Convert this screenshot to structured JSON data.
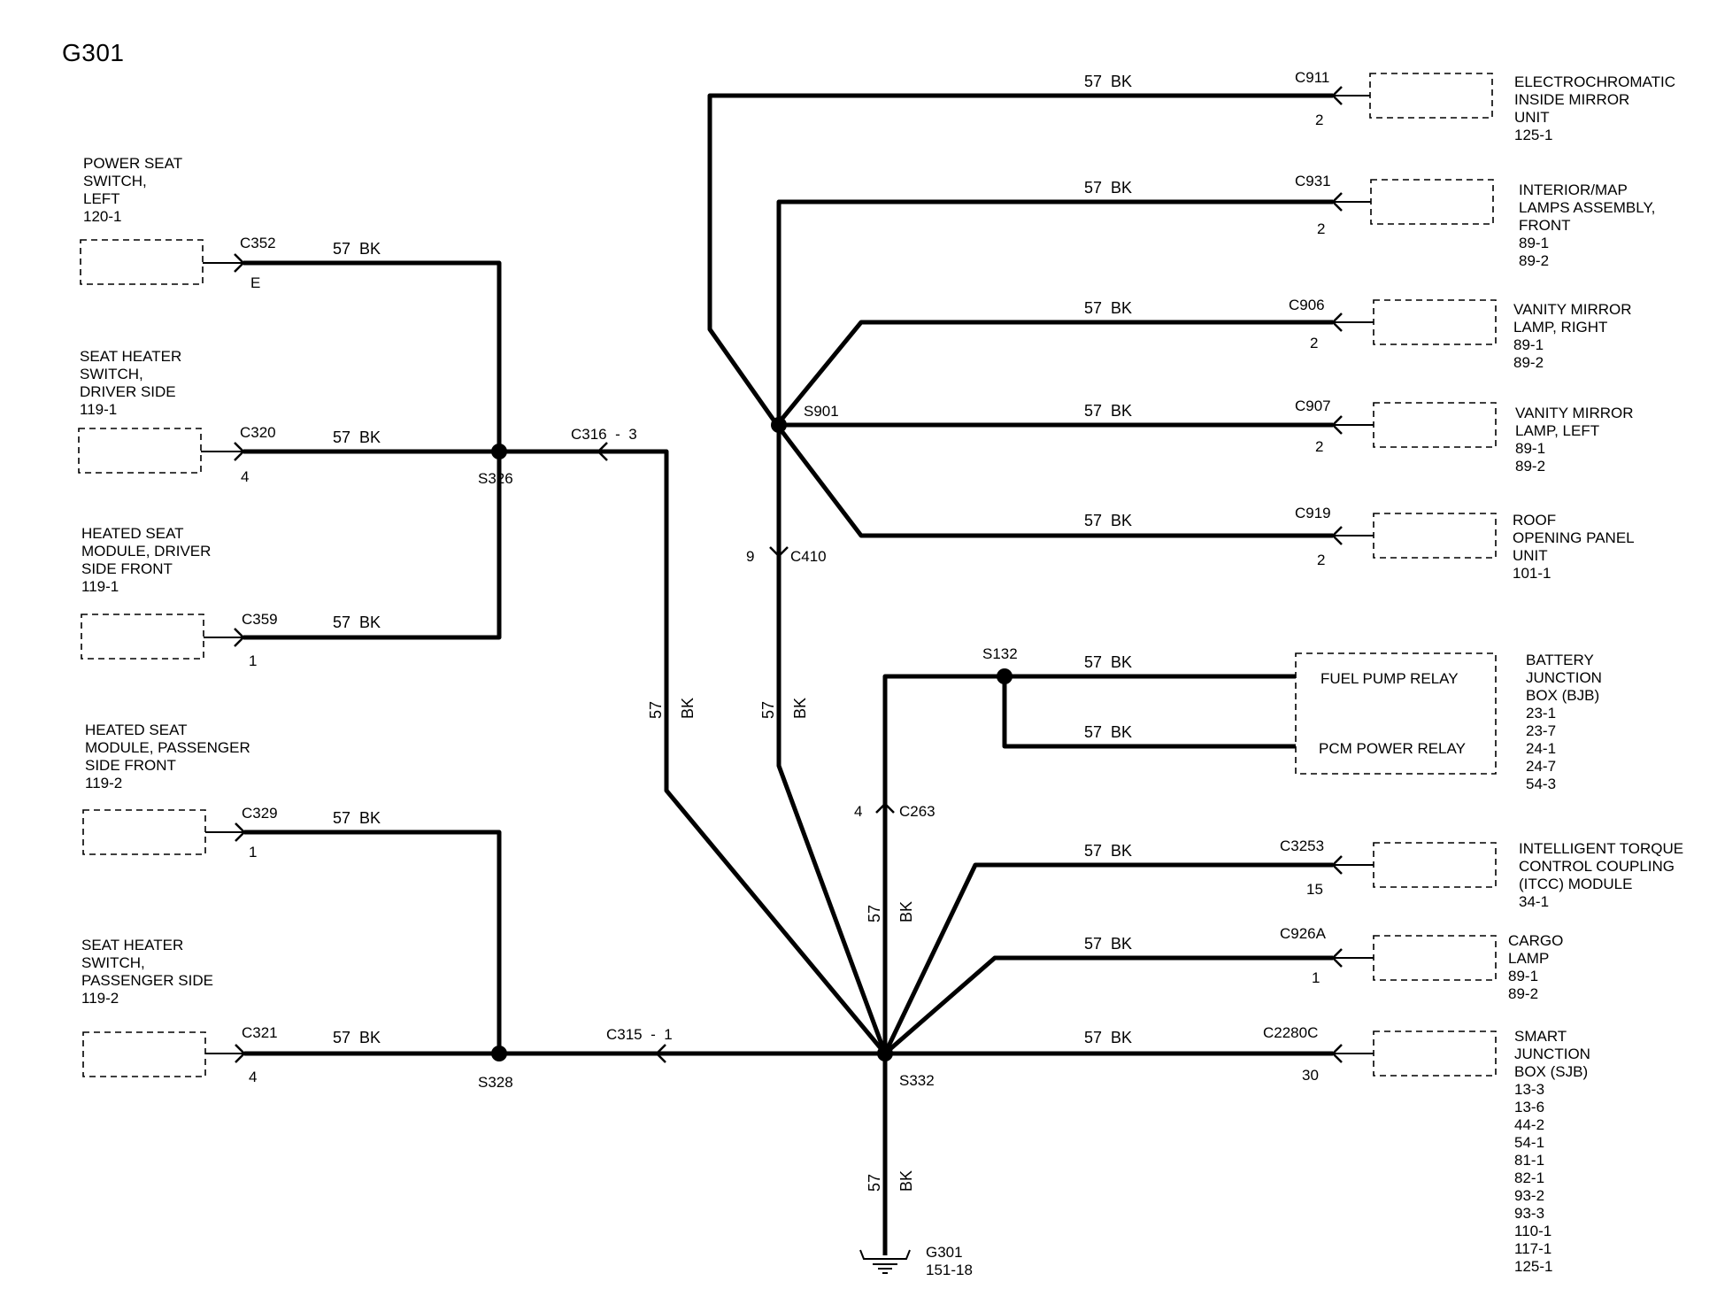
{
  "title": "G301",
  "wire_label": "57  BK",
  "wire_vertical": {
    "gauge": "57",
    "color": "BK"
  },
  "splices": {
    "S326": "S326",
    "S328": "S328",
    "S332": "S332",
    "S901": "S901",
    "S132": "S132"
  },
  "inline_connectors": {
    "C316": "C316  -  3",
    "C315": "C315  -  1",
    "C410_pin": "9",
    "C410": "C410",
    "C263_pin": "4",
    "C263": "C263"
  },
  "left_components": [
    {
      "id": "power-seat-switch-left",
      "lines": [
        "POWER SEAT",
        "SWITCH,",
        "LEFT",
        "120-1"
      ],
      "connector": "C352",
      "pin": "E"
    },
    {
      "id": "seat-heater-switch-driver",
      "lines": [
        "SEAT HEATER",
        "SWITCH,",
        "DRIVER SIDE",
        "119-1"
      ],
      "connector": "C320",
      "pin": "4"
    },
    {
      "id": "heated-seat-module-driver",
      "lines": [
        "HEATED SEAT",
        "MODULE, DRIVER",
        "SIDE FRONT",
        "119-1"
      ],
      "connector": "C359",
      "pin": "1"
    },
    {
      "id": "heated-seat-module-passenger",
      "lines": [
        "HEATED SEAT",
        "MODULE, PASSENGER",
        "SIDE FRONT",
        "119-2"
      ],
      "connector": "C329",
      "pin": "1"
    },
    {
      "id": "seat-heater-switch-passenger",
      "lines": [
        "SEAT HEATER",
        "SWITCH,",
        "PASSENGER SIDE",
        "119-2"
      ],
      "connector": "C321",
      "pin": "4"
    }
  ],
  "right_components": [
    {
      "id": "electrochromatic-mirror",
      "lines": [
        "ELECTROCHROMATIC",
        "INSIDE MIRROR",
        "UNIT",
        "125-1"
      ],
      "connector": "C911",
      "pin": "2"
    },
    {
      "id": "interior-map-lamps",
      "lines": [
        "INTERIOR/MAP",
        "LAMPS ASSEMBLY,",
        "FRONT",
        "89-1",
        "89-2"
      ],
      "connector": "C931",
      "pin": "2"
    },
    {
      "id": "vanity-mirror-lamp-right",
      "lines": [
        "VANITY MIRROR",
        "LAMP, RIGHT",
        "89-1",
        "89-2"
      ],
      "connector": "C906",
      "pin": "2"
    },
    {
      "id": "vanity-mirror-lamp-left",
      "lines": [
        "VANITY MIRROR",
        "LAMP, LEFT",
        "89-1",
        "89-2"
      ],
      "connector": "C907",
      "pin": "2"
    },
    {
      "id": "roof-opening-panel",
      "lines": [
        "ROOF",
        "OPENING PANEL",
        "UNIT",
        "101-1"
      ],
      "connector": "C919",
      "pin": "2"
    },
    {
      "id": "itcc-module",
      "lines": [
        "INTELLIGENT TORQUE",
        "CONTROL COUPLING",
        "(ITCC) MODULE",
        "34-1"
      ],
      "connector": "C3253",
      "pin": "15"
    },
    {
      "id": "cargo-lamp",
      "lines": [
        "CARGO",
        "LAMP",
        "89-1",
        "89-2"
      ],
      "connector": "C926A",
      "pin": "1"
    },
    {
      "id": "smart-junction-box",
      "lines": [
        "SMART",
        "JUNCTION",
        "BOX (SJB)",
        "13-3",
        "13-6",
        "44-2",
        "54-1",
        "81-1",
        "82-1",
        "93-2",
        "93-3",
        "110-1",
        "117-1",
        "125-1"
      ],
      "connector": "C2280C",
      "pin": "30"
    }
  ],
  "bjb": {
    "lines": [
      "BATTERY",
      "JUNCTION",
      "BOX (BJB)",
      "23-1",
      "23-7",
      "24-1",
      "24-7",
      "54-3"
    ],
    "relays": [
      "FUEL PUMP RELAY",
      "PCM POWER RELAY"
    ]
  },
  "ground": {
    "name": "G301",
    "ref": "151-18"
  }
}
